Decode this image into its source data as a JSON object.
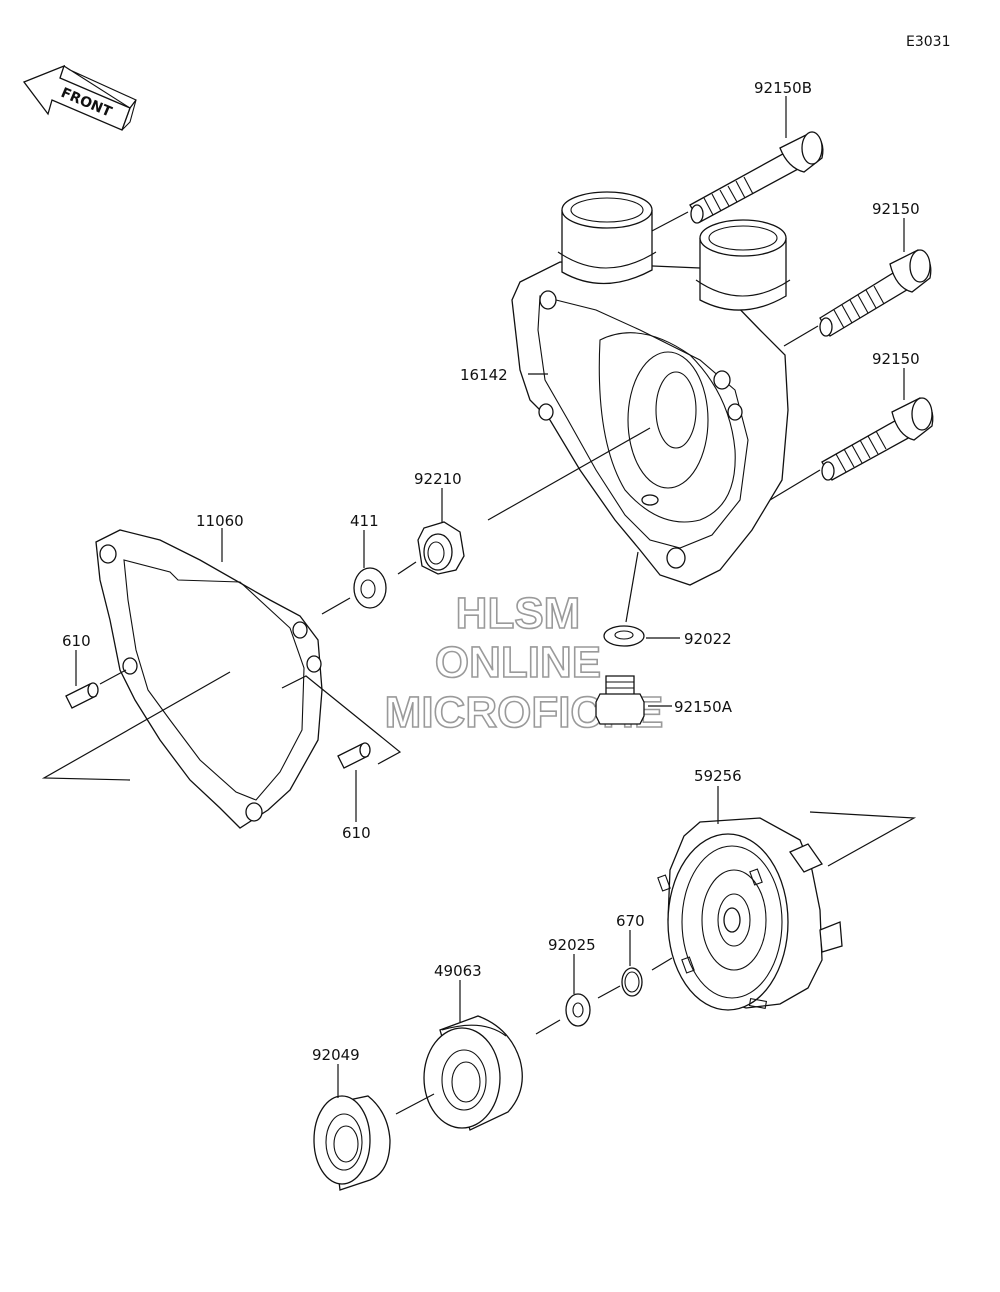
{
  "diagram_code": "E3031",
  "front_arrow_text": "FRONT",
  "watermark": {
    "line1": "HLSM",
    "line2": "ONLINE",
    "line3": "MICROFICHE"
  },
  "parts": {
    "bolt_long": "92150B",
    "bolt_mid": "92150",
    "bolt_low": "92150",
    "pump_cover": "16142",
    "nut": "92210",
    "washer": "411",
    "gasket": "11060",
    "dowel_left": "610",
    "dowel_right": "610",
    "washer_small": "92022",
    "drain_bolt": "92150A",
    "pump_body": "59256",
    "o_ring": "670",
    "washer_seal": "92025",
    "mech_seal": "49063",
    "oil_seal": "92049"
  }
}
